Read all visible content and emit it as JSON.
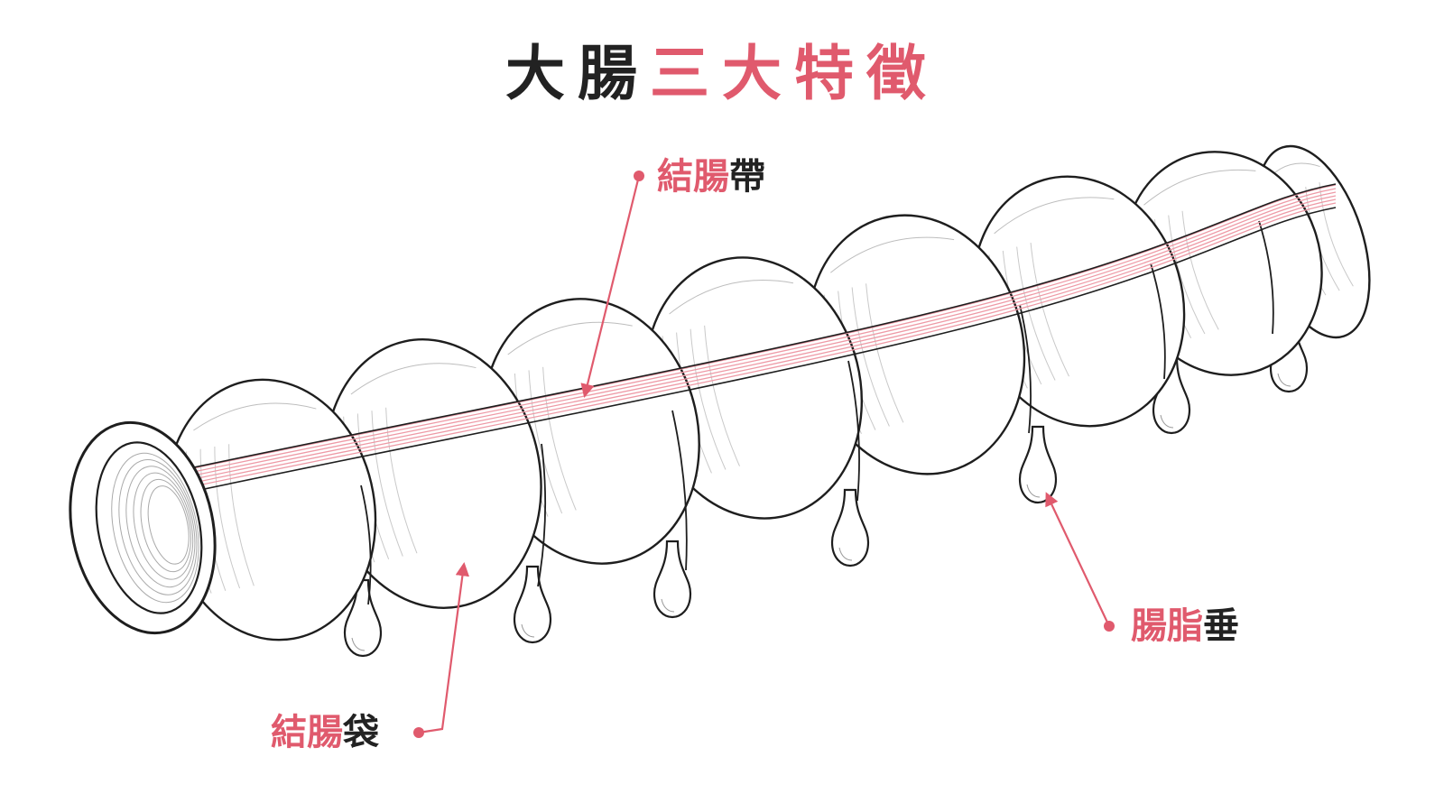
{
  "colors": {
    "accent": "#e05a6d",
    "dark": "#222222",
    "outline": "#1e1e1e",
    "band": "#ee9aa6",
    "fill": "#ffffff"
  },
  "title": {
    "part1": "大腸",
    "part2": "三大特徵"
  },
  "labels": {
    "taenia": {
      "accent": "結腸",
      "dark": "帶"
    },
    "haustra": {
      "accent": "結腸",
      "dark": "袋"
    },
    "appendices": {
      "accent": "腸脂",
      "dark": "垂"
    }
  },
  "icons": [
    "colon-illustration",
    "leader-line",
    "arrowhead",
    "dot"
  ]
}
